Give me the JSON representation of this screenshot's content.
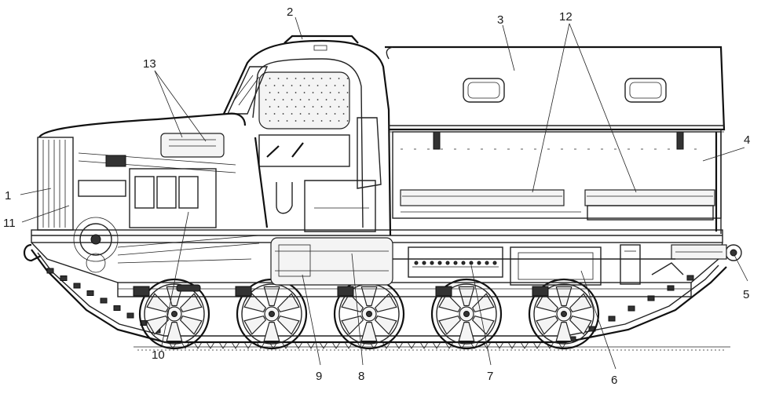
{
  "diagram": {
    "callouts": [
      {
        "id": "c1",
        "label": "1"
      },
      {
        "id": "c2",
        "label": "2"
      },
      {
        "id": "c3",
        "label": "3"
      },
      {
        "id": "c4",
        "label": "4"
      },
      {
        "id": "c5",
        "label": "5"
      },
      {
        "id": "c6",
        "label": "6"
      },
      {
        "id": "c7",
        "label": "7"
      },
      {
        "id": "c8",
        "label": "8"
      },
      {
        "id": "c9",
        "label": "9"
      },
      {
        "id": "c10",
        "label": "10"
      },
      {
        "id": "c11",
        "label": "11"
      },
      {
        "id": "c12",
        "label": "12"
      },
      {
        "id": "c13",
        "label": "13"
      }
    ],
    "road_wheel_count": 5
  }
}
